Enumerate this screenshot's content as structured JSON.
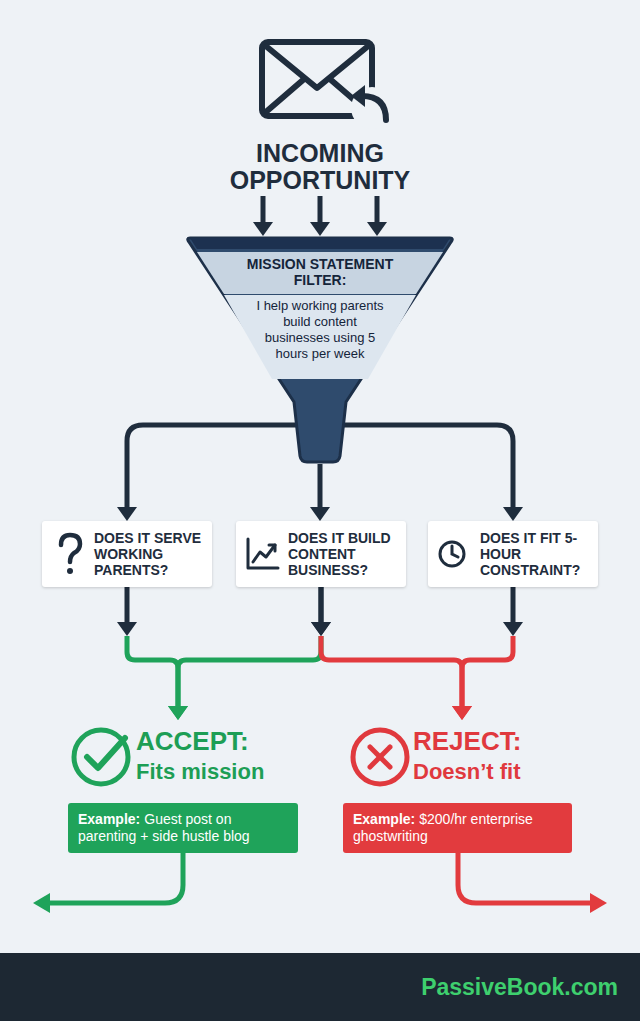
{
  "diagram": {
    "nodes": [
      {
        "text": [
          "INCOMING OPPORTUNITY"
        ]
      },
      {
        "text": [
          "MISSION STATEMENT FILTER:",
          "I help working parents build content businesses using 5 hours per week"
        ]
      },
      {
        "text": [
          "DOES IT SERVE WORKING PARENTS?"
        ]
      },
      {
        "text": [
          "DOES IT BUILD CONTENT BUSINESS?"
        ]
      },
      {
        "text": [
          "DOES IT FIT 5-HOUR CONSTRAINT?"
        ]
      },
      {
        "text": [
          "ACCEPT:",
          "Fits mission"
        ]
      },
      {
        "text": [
          "REJECT:",
          "Doesn’t fit"
        ]
      },
      {
        "text": [
          "Example:",
          "Guest post on parenting + side hustle blog"
        ]
      },
      {
        "text": [
          "Example:",
          "$200/hr enterprise ghostwriting"
        ]
      },
      {
        "text": [
          "PassiveBook.com"
        ]
      }
    ],
    "edges": [
      {
        "from": 0,
        "to": 1,
        "arrow": "to"
      },
      {
        "from": 0,
        "to": 1,
        "arrow": "to"
      },
      {
        "from": 0,
        "to": 1,
        "arrow": "to"
      },
      {
        "from": 1,
        "to": 2,
        "arrow": "to"
      },
      {
        "from": 1,
        "to": 3,
        "arrow": "to"
      },
      {
        "from": 1,
        "to": 4,
        "arrow": "to"
      },
      {
        "from": 2,
        "to": 5,
        "arrow": "to"
      },
      {
        "from": 3,
        "to": 5,
        "arrow": "to"
      },
      {
        "from": 3,
        "to": 6,
        "arrow": "to"
      },
      {
        "from": 4,
        "to": 6,
        "arrow": "to"
      }
    ]
  }
}
